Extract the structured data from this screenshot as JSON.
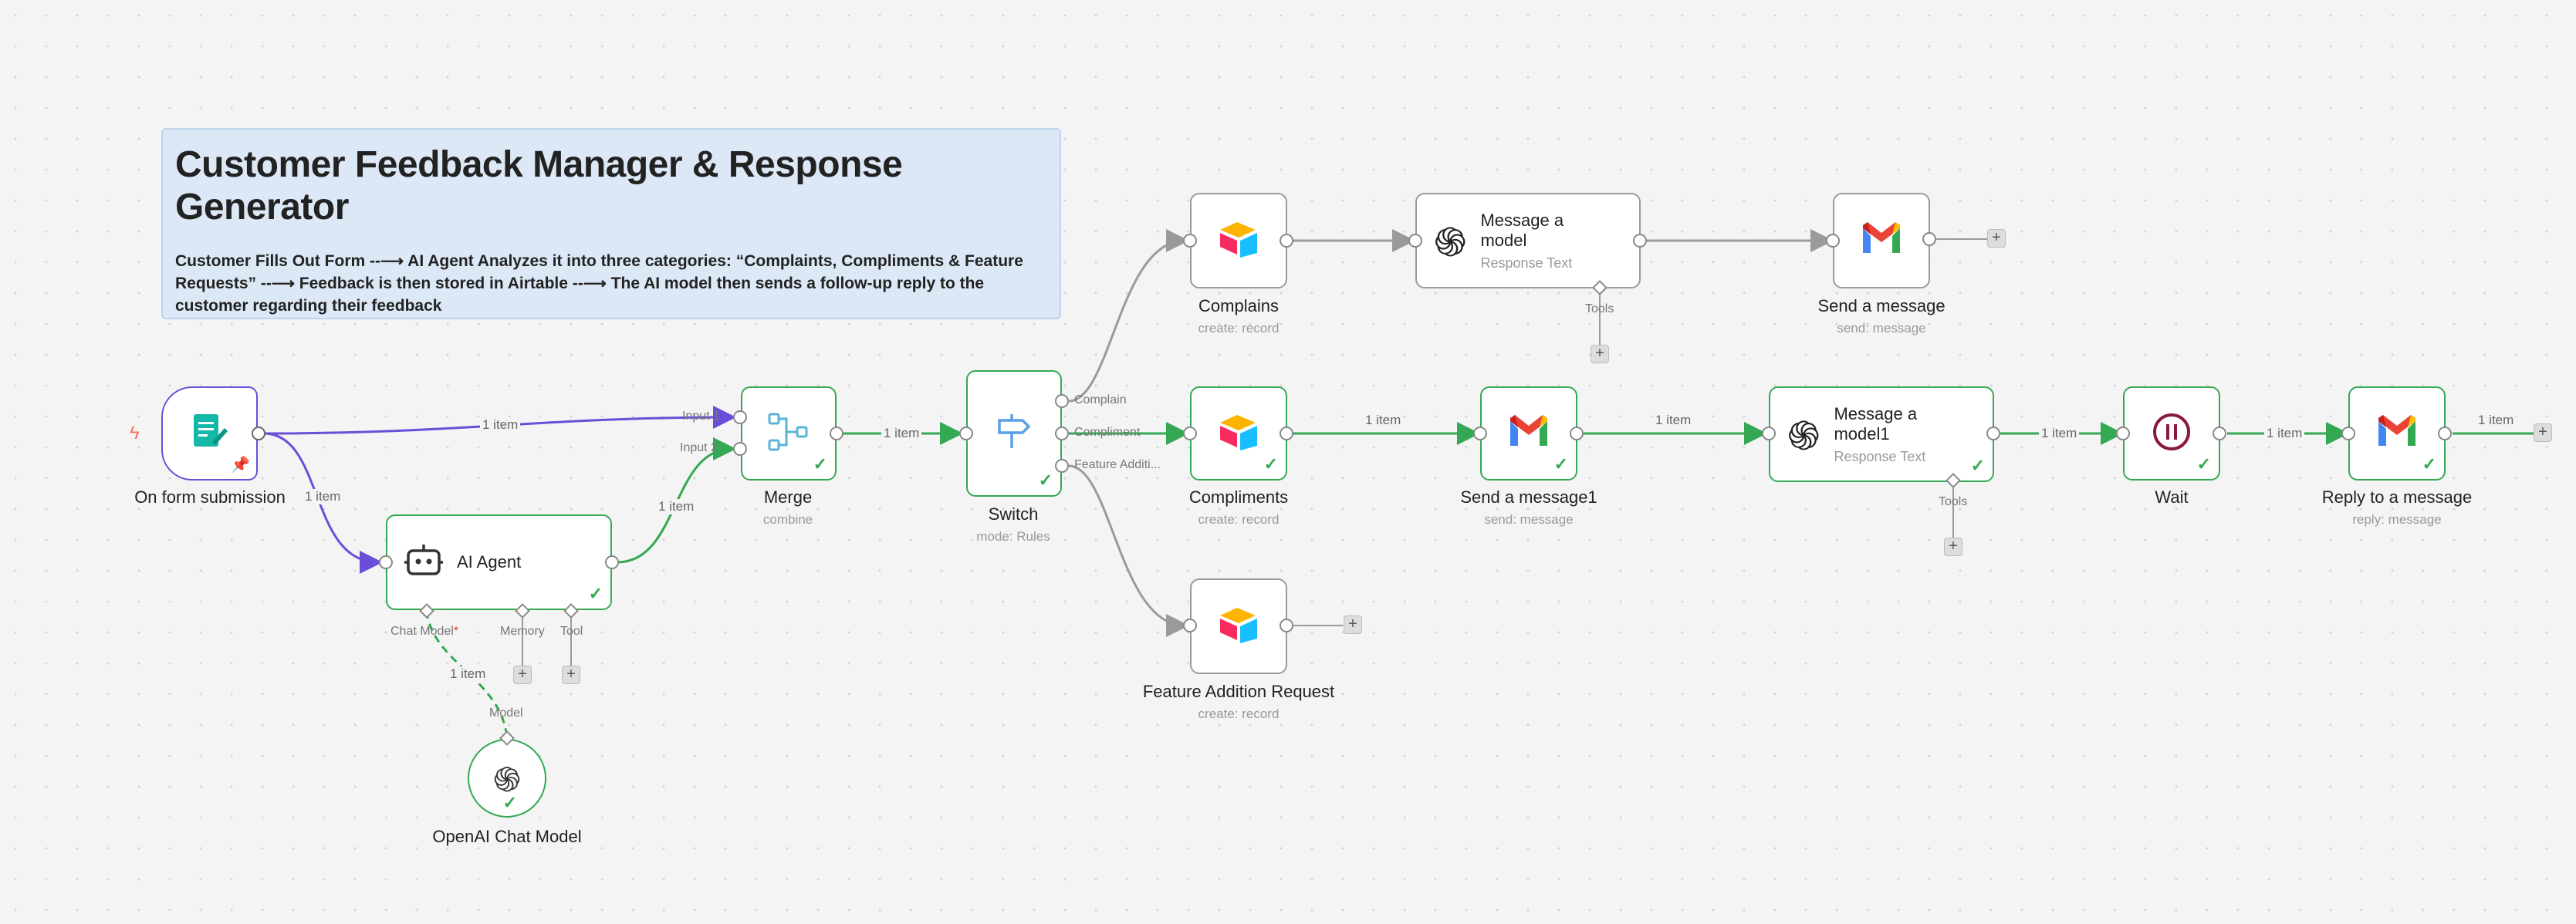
{
  "sticky": {
    "title": "Customer Feedback Manager & Response Generator",
    "body": "Customer Fills Out Form --⟶ AI Agent Analyzes it into three categories: “Complaints, Compliments & Feature Requests” --⟶ Feedback is then stored in Airtable --⟶ The AI model then sends a follow-up reply to the customer regarding their feedback"
  },
  "nodes": {
    "form": {
      "title": "On form submission"
    },
    "agent": {
      "title": "AI Agent",
      "handles": {
        "chat_model": "Chat Model",
        "memory": "Memory",
        "tool": "Tool"
      }
    },
    "openai_chat": {
      "title": "OpenAI Chat Model",
      "handle": "Model"
    },
    "merge": {
      "title": "Merge",
      "subtitle": "combine",
      "inputs": [
        "Input 1",
        "Input 2"
      ]
    },
    "switch": {
      "title": "Switch",
      "subtitle": "mode: Rules",
      "outputs": [
        "Complain",
        "Compliment",
        "Feature Additi..."
      ]
    },
    "complains": {
      "title": "Complains",
      "subtitle": "create: record"
    },
    "compliments": {
      "title": "Compliments",
      "subtitle": "create: record"
    },
    "feature": {
      "title": "Feature Addition Request",
      "subtitle": "create: record"
    },
    "msg_model": {
      "title": "Message a model",
      "subtitle": "Response Text",
      "handle": "Tools"
    },
    "send_msg": {
      "title": "Send a message",
      "subtitle": "send: message"
    },
    "send_msg1": {
      "title": "Send a message1",
      "subtitle": "send: message"
    },
    "msg_model1": {
      "title": "Message a model1",
      "subtitle": "Response Text",
      "handle": "Tools"
    },
    "wait": {
      "title": "Wait"
    },
    "reply": {
      "title": "Reply to a message",
      "subtitle": "reply: message"
    }
  },
  "edge_label": "1 item",
  "required_mark": "*",
  "plus": "+",
  "check": "✓",
  "colors": {
    "success": "#34a853",
    "trigger": "#6b4ed8",
    "idle": "#9a9a9a",
    "bolt": "#ff6d5a"
  }
}
